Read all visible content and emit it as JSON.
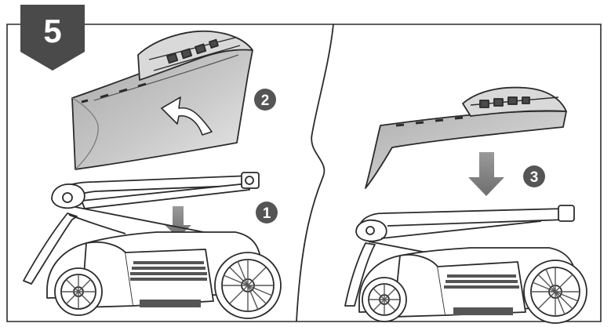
{
  "step_number": "5",
  "callouts": [
    "1",
    "2",
    "3"
  ],
  "colors": {
    "badge": "#4a4a4a",
    "callout": "#555555",
    "arrow": "#8a8a8a",
    "line": "#2b2b2b",
    "catcher_shade": "#b5b5b5",
    "catcher_light": "#e6e6e6",
    "grille": "#555555"
  },
  "icons": [
    "down-arrow-icon",
    "curved-arrow-icon"
  ]
}
